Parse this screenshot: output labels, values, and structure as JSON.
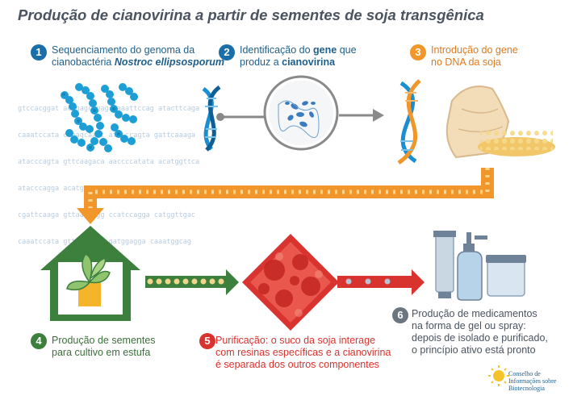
{
  "title": "Produção de cianovirina a partir de sementes de soja transgênica",
  "steps": [
    {
      "num": "1",
      "line1": "Sequenciamento do genoma da",
      "line2_pre": "cianobactéria ",
      "line2_em": "Nostroc ellipsosporum",
      "color": "#1a6fa8"
    },
    {
      "num": "2",
      "line1_pre": "Identificação do ",
      "line1_bold": "gene",
      "line1_post": " que",
      "line2_pre": "produz a ",
      "line2_bold": "cianovirina",
      "color": "#1a6fa8"
    },
    {
      "num": "3",
      "line1": "Introdução do gene",
      "line2": "no DNA da soja",
      "color": "#f0962a"
    },
    {
      "num": "4",
      "line1": "Produção de sementes",
      "line2": "para cultivo em estufa",
      "color": "#3d7f3d"
    },
    {
      "num": "5",
      "line1": "Purificação: o suco da soja interage",
      "line2": "com resinas específicas e a cianovirina",
      "line3": "é separada dos outros componentes",
      "color": "#d8332e"
    },
    {
      "num": "6",
      "line1": "Produção de medicamentos",
      "line2": "na forma de gel ou spray:",
      "line3": "depois de isolado e purificado,",
      "line4": "o princípio ativo está pronto",
      "color": "#6b7580"
    }
  ],
  "dna_code": [
    "gtccacggat acagagcagag caaattccag atacttcaga",
    "caaatccata caaagcaatt atacccagta gattcaaaga",
    "atacccagta gttcaagaca aaccccatata acatggttca",
    "atacccagga acatgtccatt aatcccagta acatggataa",
    "cgattcaaga gttaagaagg ccatccagga catggttgac",
    "caaatccata gttaagaacc gatggagga caaatggcag"
  ],
  "logo": {
    "line1": "Conselho de",
    "line2": "Informações sobre",
    "line3": "Biotecnologia"
  },
  "colors": {
    "blue": "#1a6fa8",
    "orange": "#f0962a",
    "green": "#3d7f3d",
    "red": "#d8332e",
    "gray": "#6b7580"
  }
}
